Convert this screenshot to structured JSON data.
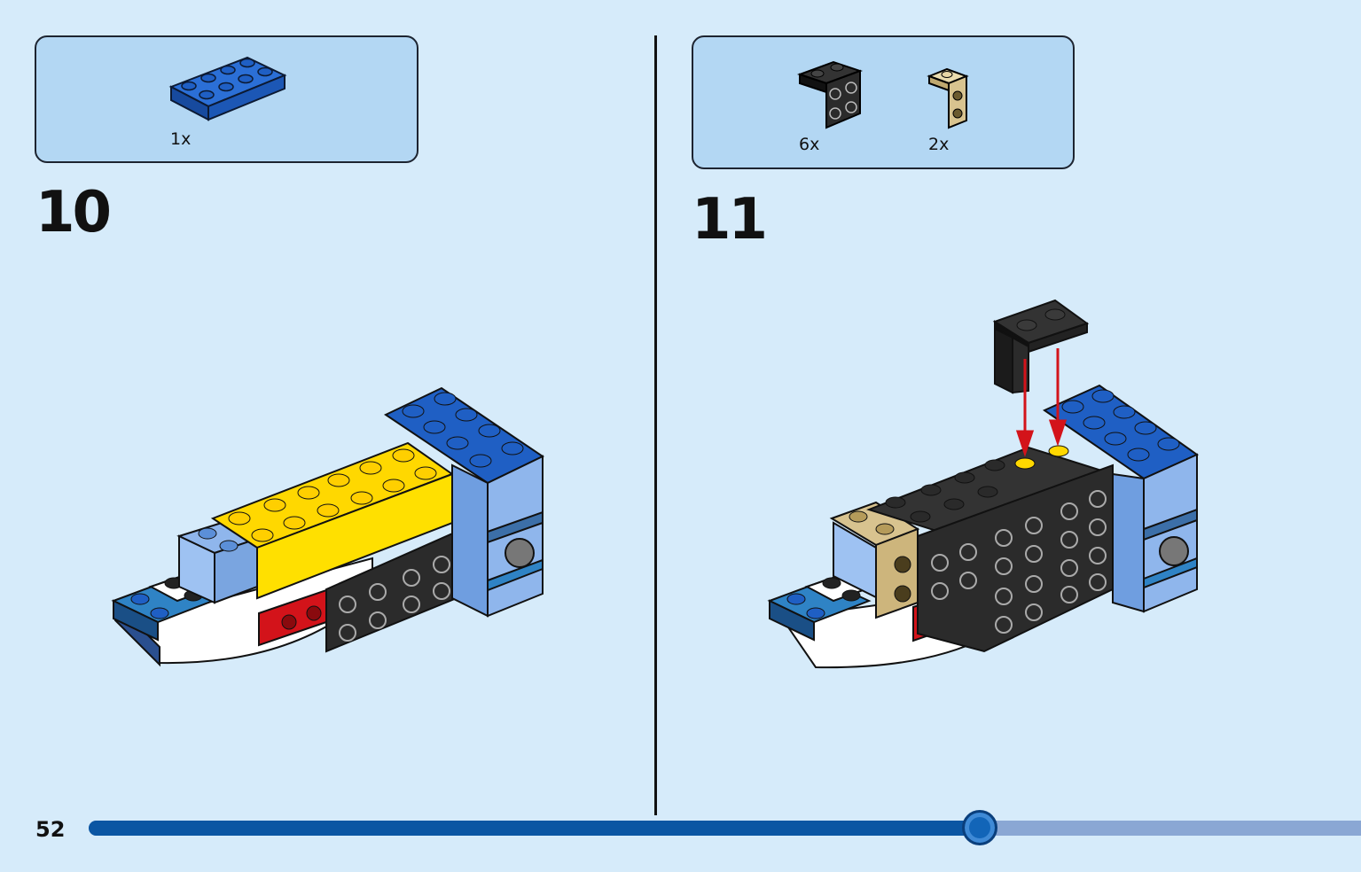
{
  "page": {
    "number": "52",
    "progress": 0.7,
    "background_color": "#d6ebfa",
    "accent_color": "#0b56a3"
  },
  "steps": [
    {
      "number": "10",
      "parts": [
        {
          "part": "blue-2x4-plate",
          "color": "#1f5fc4",
          "quantity": "1x"
        }
      ]
    },
    {
      "number": "11",
      "parts": [
        {
          "part": "black-bracket-1x2-2x2",
          "color": "#222222",
          "quantity": "6x"
        },
        {
          "part": "tan-bracket-1x1-1x1",
          "color": "#d8c38f",
          "quantity": "2x"
        }
      ]
    }
  ],
  "colors": {
    "blue": "#1f5fc4",
    "light_blue": "#8fb6ec",
    "yellow": "#ffd800",
    "black": "#222222",
    "red": "#d3131a",
    "tan": "#d8c38f",
    "white": "#ffffff",
    "arrow": "#d3131a"
  }
}
